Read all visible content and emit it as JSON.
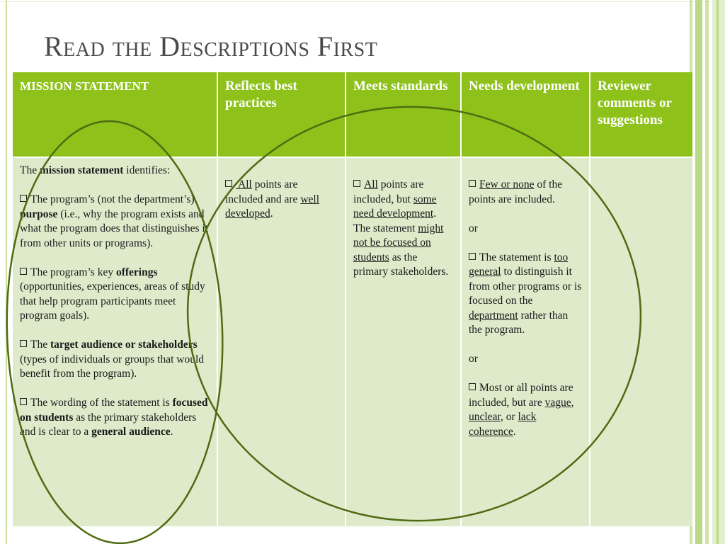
{
  "title": "Read the Descriptions First",
  "table": {
    "headers": [
      "MISSION STATEMENT",
      "Reflects best practices",
      "Meets standards",
      "Needs development",
      "Reviewer comments or suggestions"
    ],
    "mission": {
      "intro_pre": "The ",
      "intro_bold": "mission statement",
      "intro_post": " identifies:",
      "item1_pre": "The program’s (not the department’s) ",
      "item1_bold": "purpose",
      "item1_post": " (i.e., why the program exists and what the program does that distinguishes it from other units or programs).",
      "item2_pre": "The program’s key ",
      "item2_bold": "offerings",
      "item2_post": " (opportunities, experiences, areas of study that help program participants meet program goals).",
      "item3_pre": "The ",
      "item3_bold": "target audience or stakeholders",
      "item3_post": " (types of individuals or groups that would benefit from the program).",
      "item4_pre": "The wording of the statement is ",
      "item4_bold": "focused on students",
      "item4_mid": " as the primary stakeholders and is clear to a ",
      "item4_bold2": "general audience",
      "item4_post": "."
    },
    "best": {
      "u1": " All",
      "t1": " points are included and are ",
      "u2": "well developed",
      "t2": "."
    },
    "meets": {
      "u1": "All",
      "t1": " points are included, but ",
      "u2": "some need development",
      "t2": ". The statement ",
      "u3": "might not be focused on students",
      "t3": " as the primary stakeholders."
    },
    "needs": {
      "u1": "Few or none",
      "t1": " of the points are included.",
      "or1": "or",
      "t2": "The statement is ",
      "u2": "too general",
      "t3": " to distinguish it from other programs or is focused on the ",
      "u3": "department",
      "t4": " rather than the program.",
      "or2": "or",
      "t5": "Most or all points are included, but are ",
      "u4": "vague",
      "c1": ", ",
      "u5": "unclear",
      "c2": ", or ",
      "u6": "lack coherence",
      "c3": "."
    },
    "reviewer": ""
  },
  "colors": {
    "header_green": "#8ec21a",
    "body_green": "#dfeacb",
    "oval_stroke": "#4f6b12"
  }
}
